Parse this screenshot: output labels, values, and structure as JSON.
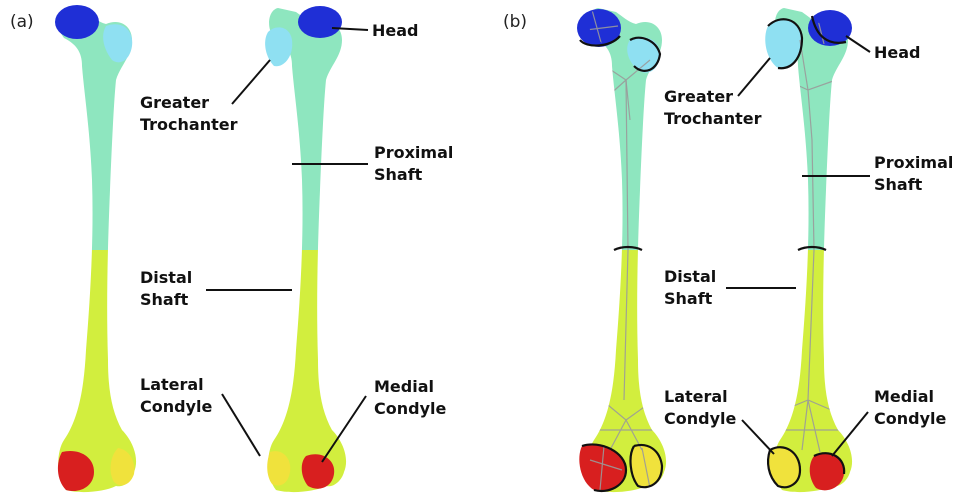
{
  "panels": {
    "a": {
      "label": "(a)"
    },
    "b": {
      "label": "(b)"
    }
  },
  "labels": {
    "head": "Head",
    "greater_trochanter": [
      "Greater",
      "Trochanter"
    ],
    "proximal_shaft": [
      "Proximal",
      "Shaft"
    ],
    "distal_shaft": [
      "Distal",
      "Shaft"
    ],
    "lateral_condyle": [
      "Lateral",
      "Condyle"
    ],
    "medial_condyle": [
      "Medial",
      "Condyle"
    ]
  },
  "colors": {
    "head": "#1f2fd6",
    "greater_trochanter": "#8fe0f2",
    "proximal": "#8ee6bf",
    "distal": "#d2ee3e",
    "lateral_condyle": "#f0e23c",
    "medial_condyle": "#d81f1f"
  }
}
